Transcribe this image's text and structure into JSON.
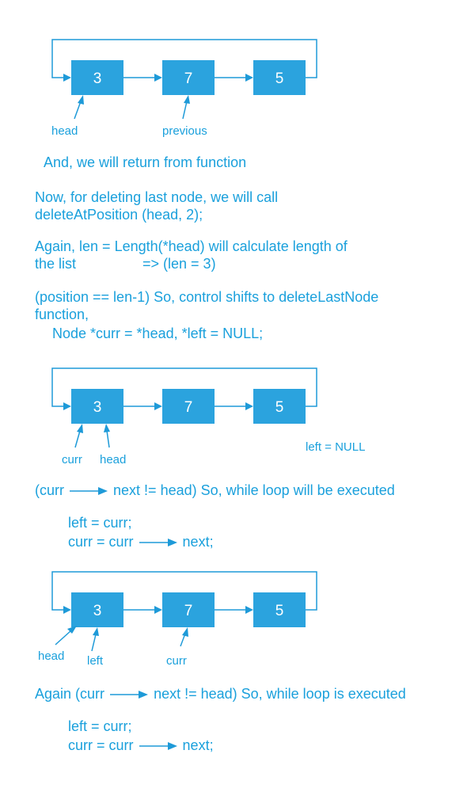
{
  "diagram1": {
    "nodes": [
      "3",
      "7",
      "5"
    ],
    "labels": {
      "head": "head",
      "previous": "previous"
    }
  },
  "text": {
    "return_line": "And, we will return from function",
    "now_line1": "Now,  for deleting last node, we will call",
    "now_line2": "deleteAtPosition (head, 2);",
    "again_line1": "Again,  len = Length(*head)  will calculate length of",
    "again_line2a": "the list",
    "again_line2b": "=> (len = 3)",
    "position_line1": "(position == len-1)  So, control shifts to deleteLastNode",
    "position_line2": "function,",
    "node_decl": "Node *curr = *head,  *left = NULL;"
  },
  "diagram2": {
    "nodes": [
      "3",
      "7",
      "5"
    ],
    "labels": {
      "curr": "curr",
      "head": "head",
      "left_null": "left = NULL"
    }
  },
  "loop1": {
    "cond_a": "(curr",
    "cond_b": "next != head)  So,  while loop will be executed",
    "stmt1": "left = curr;",
    "stmt2a": "curr = curr",
    "stmt2b": "next;"
  },
  "diagram3": {
    "nodes": [
      "3",
      "7",
      "5"
    ],
    "labels": {
      "head": "head",
      "left": "left",
      "curr": "curr"
    }
  },
  "loop2": {
    "cond_a": "Again  (curr",
    "cond_b": "next != head)  So,  while loop is executed",
    "stmt1": "left = curr;",
    "stmt2a": "curr = curr",
    "stmt2b": "next;"
  }
}
